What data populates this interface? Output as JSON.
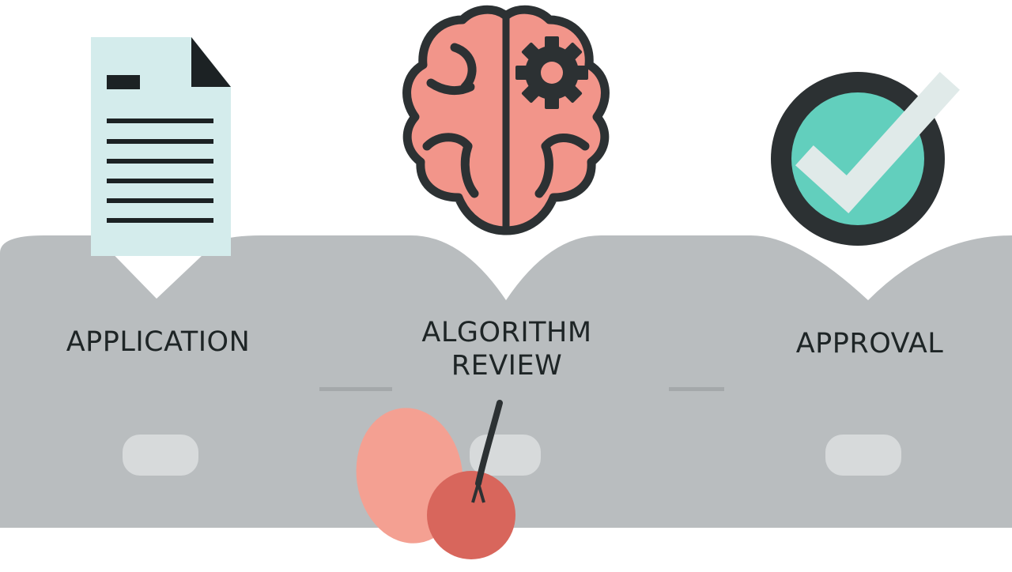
{
  "steps": [
    {
      "label": "APPLICATION",
      "icon": "document-icon"
    },
    {
      "label_line1": "ALGORITHM",
      "label_line2": "REVIEW",
      "icon": "brain-gear-icon"
    },
    {
      "label": "APPROVAL",
      "icon": "checkmark-circle-icon"
    }
  ],
  "decorations": {
    "fruit": "cherry-icon"
  },
  "colors": {
    "background": "#ffffff",
    "band": "#b9bdbf",
    "document": "#d4ecec",
    "brain": "#f2958a",
    "outline": "#2c3133",
    "check_fill": "#62cfbd",
    "check_mark": "#e0eae9",
    "cherry_light": "#f4a092",
    "cherry_dark": "#d8665c",
    "text": "#1e2526"
  }
}
